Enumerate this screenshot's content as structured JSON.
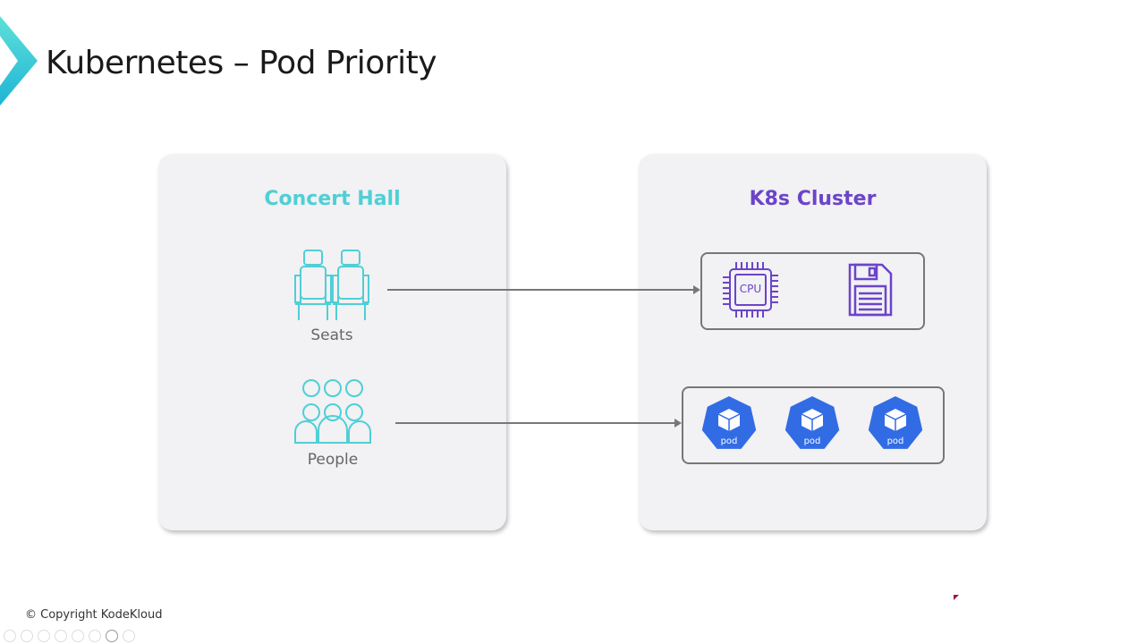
{
  "header": {
    "title": "Kubernetes – Pod Priority"
  },
  "left_panel": {
    "title": "Concert Hall",
    "items": [
      {
        "label": "Seats",
        "icon": "seats-icon"
      },
      {
        "label": "People",
        "icon": "people-icon"
      }
    ]
  },
  "right_panel": {
    "title": "K8s Cluster",
    "resources": {
      "cpu_label": "CPU",
      "icons": [
        "cpu-icon",
        "floppy-disk-icon"
      ]
    },
    "pods": [
      "pod",
      "pod",
      "pod"
    ]
  },
  "footer": {
    "copyright": "© Copyright KodeKloud"
  },
  "colors": {
    "teal": "#4fcfd6",
    "purple": "#6b44c9",
    "pod": "#326ce5"
  }
}
